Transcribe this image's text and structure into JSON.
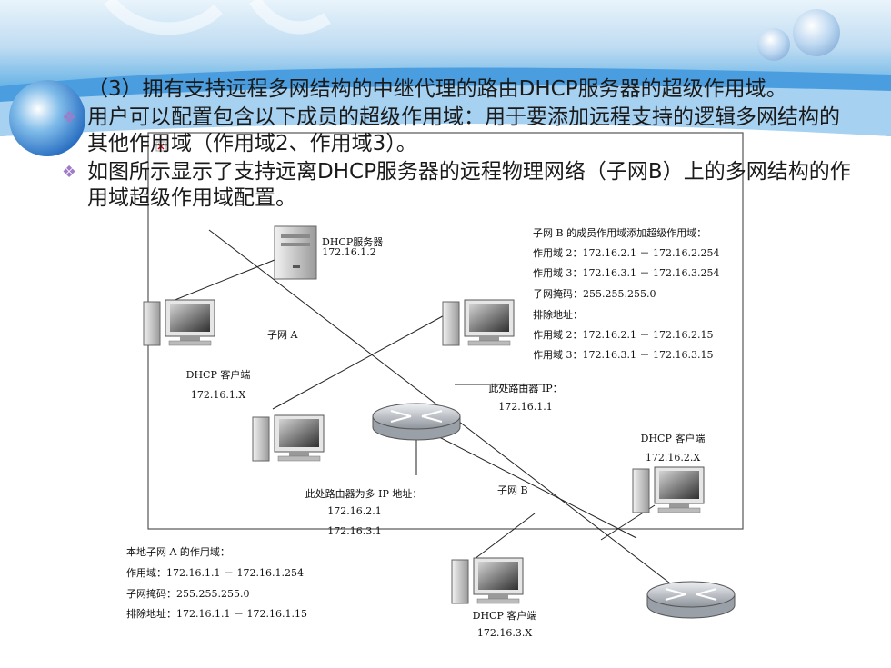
{
  "slide": {
    "bullets": [
      {
        "text": "（3）拥有支持远程多网结构的中继代理的路由DHCP服务器的超级作用域。",
        "marker": "none"
      },
      {
        "text": "用户可以配置包含以下成员的超级作用域：用于要添加远程支持的逻辑多网结构的其他作用域（作用域2、作用域3）。",
        "marker": "diamond"
      },
      {
        "text": "如图所示显示了支持远离DHCP服务器的远程物理网络（子网B）上的多网结构的作用域超级作用域配置。",
        "marker": "diamond"
      }
    ],
    "bullet_marker_color": "#a07cc8"
  },
  "diagram": {
    "server": {
      "label": "DHCP服务器",
      "ip": "172.16.1.2"
    },
    "client_a": {
      "label": "DHCP 客户端",
      "ip": "172.16.1.X"
    },
    "client_b2": {
      "label": "DHCP 客户端",
      "ip": "172.16.2.X"
    },
    "client_b3": {
      "label": "DHCP 客户端",
      "ip": "172.16.3.X"
    },
    "subnet_a_label": "子网 A",
    "subnet_b_label": "子网 B",
    "router_ip_label": "此处路由器 IP：",
    "router_ip": "172.16.1.1",
    "router_multi_label": "此处路由器为多 IP 地址：",
    "router_multi_ip1": "172.16.2.1",
    "router_multi_ip2": "172.16.3.1",
    "superscope_b": [
      "子网 B 的成员作用域添加超级作用域：",
      "作用域 2：172.16.2.1 － 172.16.2.254",
      "作用域 3：172.16.3.1 － 172.16.3.254",
      "子网掩码：255.255.255.0",
      "排除地址：",
      "作用域 2：172.16.2.1 － 172.16.2.15",
      "作用域 3：172.16.3.1 － 172.16.3.15"
    ],
    "local_scope_a": [
      "本地子网 A 的作用域：",
      "作用域：172.16.1.1 － 172.16.1.254",
      "子网掩码：255.255.255.0",
      "排除地址：172.16.1.1 － 172.16.1.15"
    ]
  }
}
